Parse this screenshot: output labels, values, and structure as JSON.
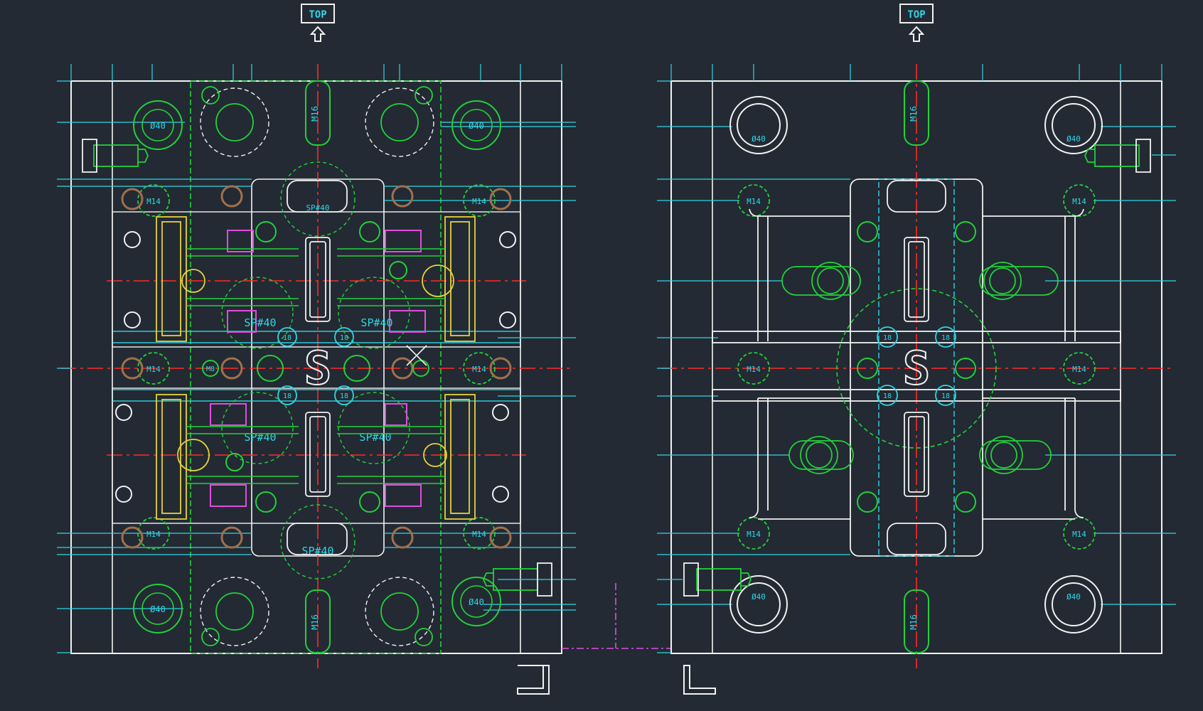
{
  "colors": {
    "background": "#232a33",
    "outline": "#f2f2f2",
    "dimension": "#2fd6e6",
    "green": "#22d13a",
    "red": "#ff2a2a",
    "yellow": "#e4d23a",
    "magenta": "#e04ce0",
    "brown": "#a0704e",
    "white": "#ffffff"
  },
  "views": [
    {
      "id": "moving-half",
      "top_label": "TOP",
      "bolt_labels": {
        "upper": "M16",
        "lower": "M16"
      },
      "screw_labels": [
        "M14",
        "M14",
        "M14",
        "M14",
        "M14",
        "M14"
      ],
      "cavity_labels": [
        "SP#40",
        "SP#40",
        "SP#40",
        "SP#40",
        "SP#40",
        "SP#40"
      ],
      "guide_labels": [
        "Ø40",
        "Ø40",
        "Ø40",
        "Ø40"
      ],
      "runner_letter": "S",
      "small_circle_labels": [
        "18",
        "18",
        "18",
        "18"
      ],
      "m8_label": "M8"
    },
    {
      "id": "fixed-half",
      "top_label": "TOP",
      "bolt_labels": {
        "upper": "M16",
        "lower": "M16"
      },
      "screw_labels": [
        "M14",
        "M14",
        "M14",
        "M14",
        "M14",
        "M14"
      ],
      "guide_labels": [
        "Ø40",
        "Ø40",
        "Ø40",
        "Ø40"
      ],
      "runner_letter": "S",
      "small_circle_labels": [
        "18",
        "18",
        "18",
        "18"
      ]
    }
  ]
}
